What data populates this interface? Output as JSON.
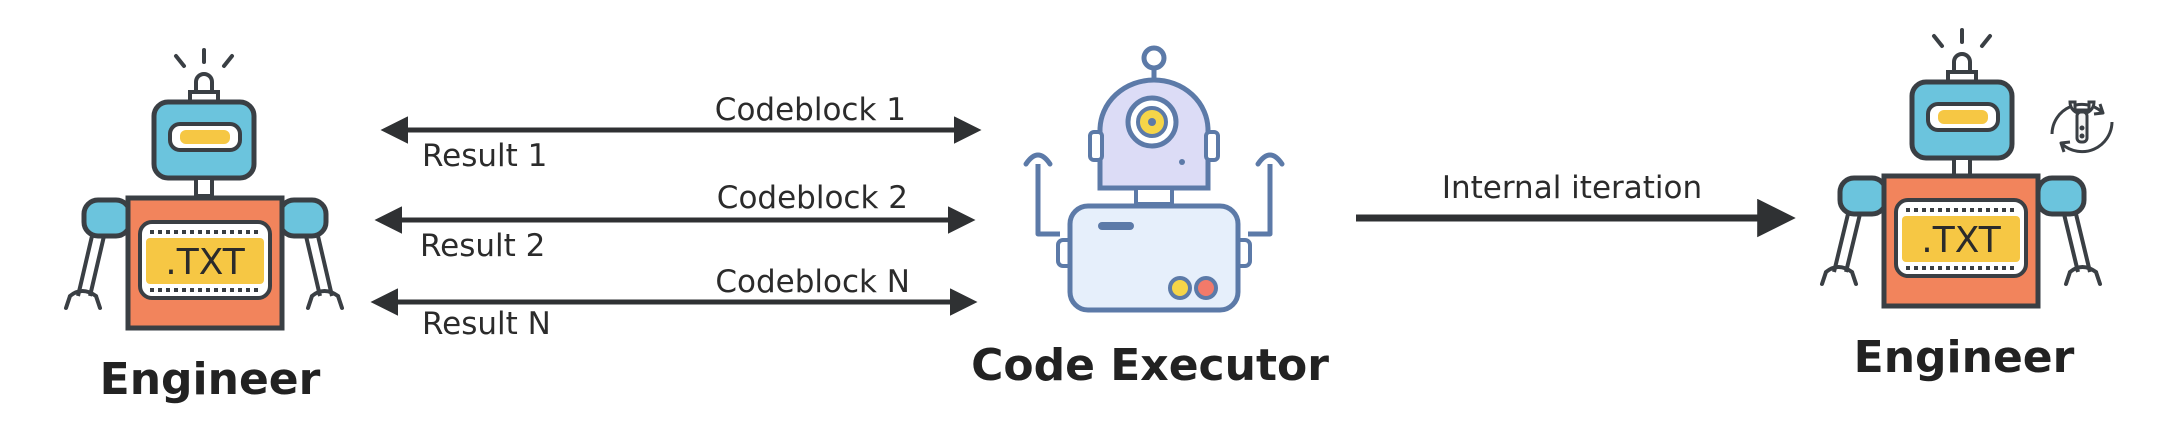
{
  "nodes": {
    "engineer_left": {
      "label": "Engineer",
      "badge": ".TXT"
    },
    "code_executor": {
      "label": "Code Executor"
    },
    "engineer_right": {
      "label": "Engineer",
      "badge": ".TXT",
      "icon": "wrench-cycle-icon"
    }
  },
  "edges": [
    {
      "label": "Codeblock 1"
    },
    {
      "label": "Result 1"
    },
    {
      "label": "Codeblock 2"
    },
    {
      "label": "Result 2"
    },
    {
      "label": "Codeblock N"
    },
    {
      "label": "Result N"
    },
    {
      "label": "Internal iteration"
    }
  ],
  "colors": {
    "outline": "#3a3f44",
    "head_blue": "#6bc4dd",
    "visor_yellow": "#f6c744",
    "body_salmon": "#f2845c",
    "executor_outline": "#5c7aa8",
    "executor_head": "#dcdcf6",
    "executor_body": "#e6effb",
    "arrow": "#2f3133"
  }
}
